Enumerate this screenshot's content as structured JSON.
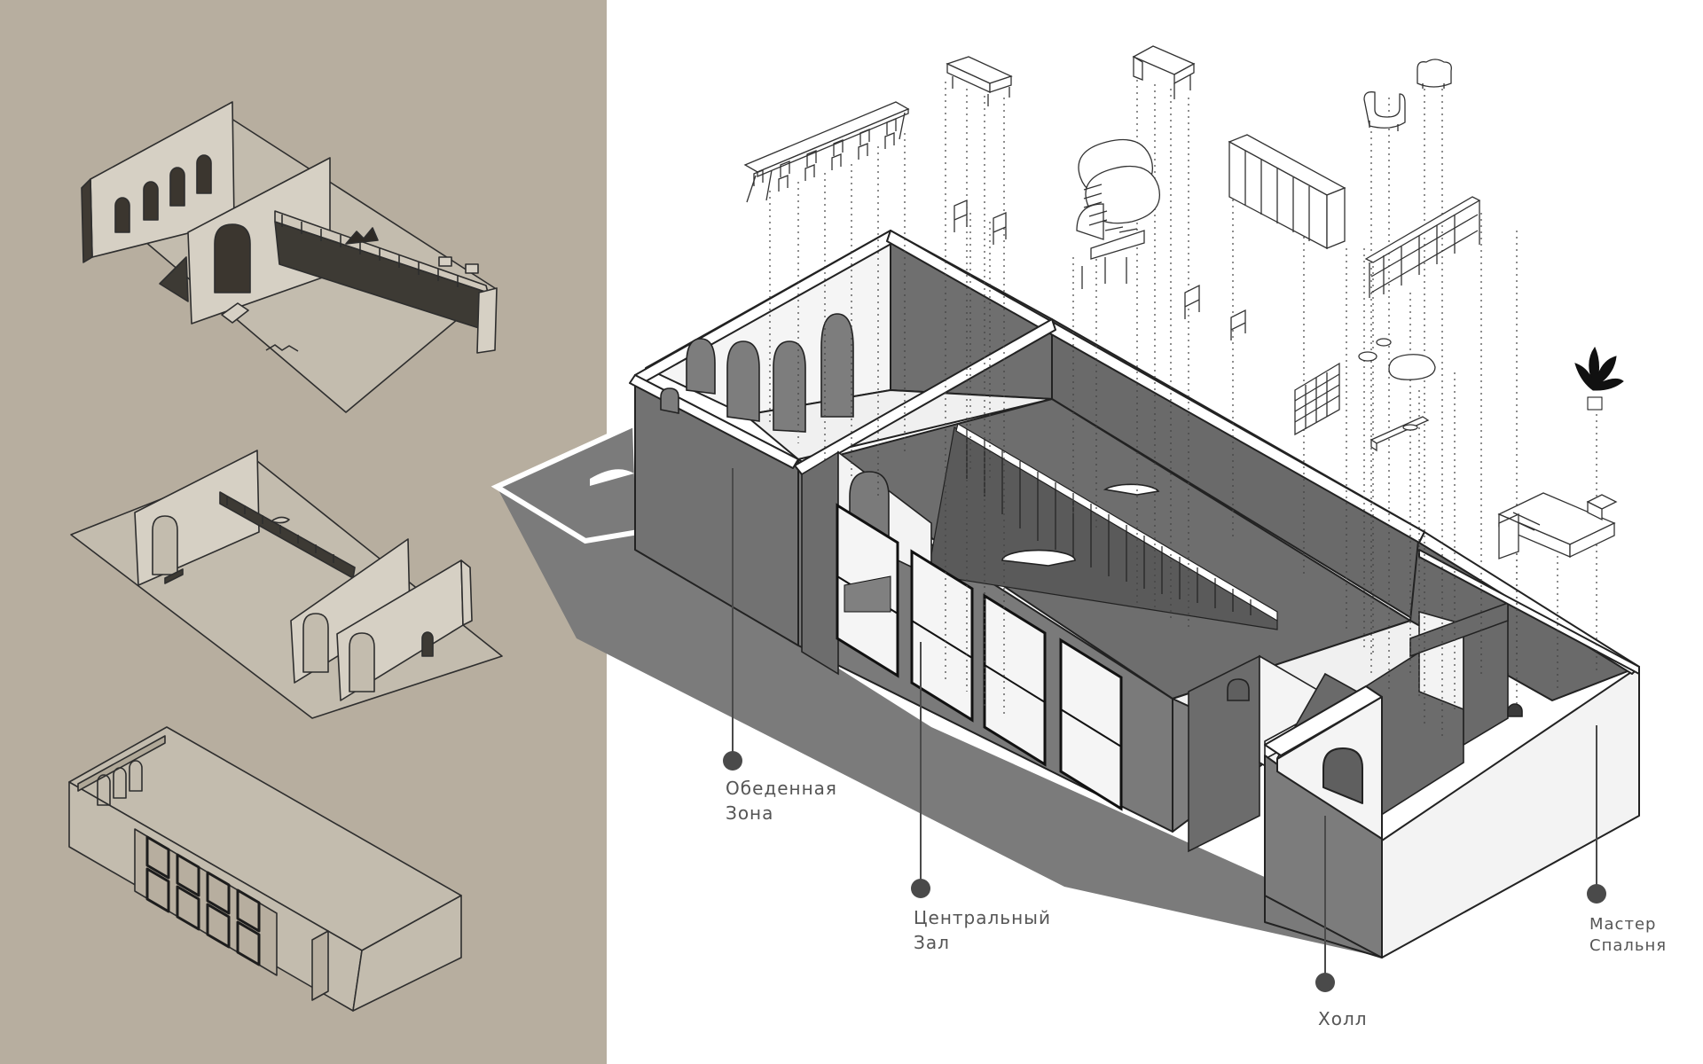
{
  "colors": {
    "left_panel_bg": "#b7ae9f",
    "wall_dark": "#6f6f6f",
    "wall_mid": "#7d7d7d",
    "wall_light": "#f4f4f4",
    "floor": "#7a7a7a",
    "line": "#333333",
    "callout": "#4a4a4a",
    "label_text": "#555555"
  },
  "labels": {
    "dining": [
      "Обеденная",
      "Зона"
    ],
    "central": [
      "Центральный",
      "Зал"
    ],
    "hall": [
      "Холл"
    ],
    "master": [
      "Мастер",
      "Спальня"
    ]
  },
  "icons": {
    "small_views": [
      "isometric-small-view-1",
      "isometric-small-view-2",
      "isometric-small-view-3"
    ],
    "furniture": [
      "dining-table-icon",
      "sideboard-icon",
      "desk-icon",
      "spiral-staircase-icon",
      "wardrobe-icon",
      "armchair-icon",
      "shelving-icon",
      "bathtub-icon",
      "bed-icon",
      "plant-icon"
    ]
  }
}
